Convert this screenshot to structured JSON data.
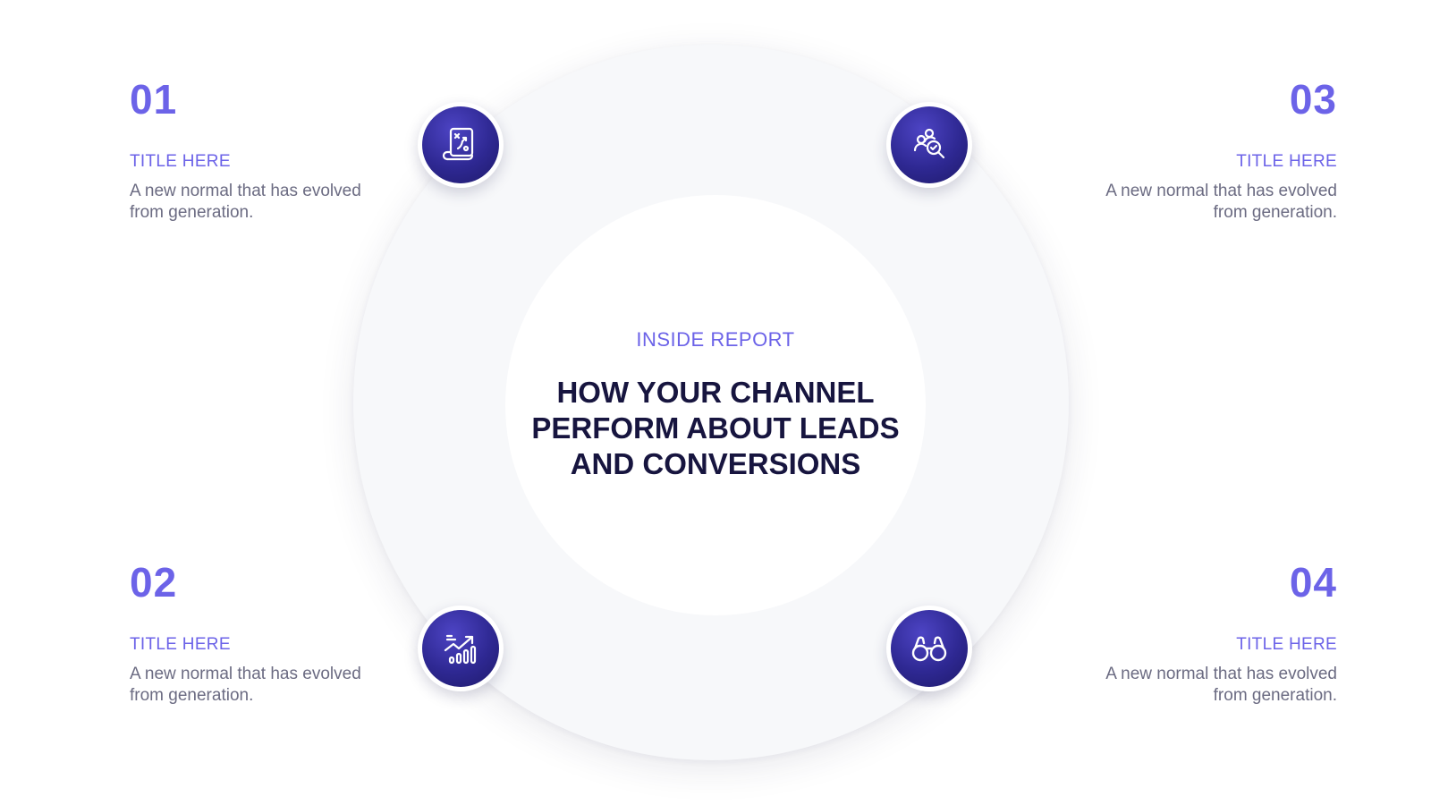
{
  "center": {
    "eyebrow": "INSIDE REPORT",
    "headline": "HOW YOUR CHANNEL PERFORM ABOUT LEADS AND CONVERSIONS"
  },
  "items": [
    {
      "number": "01",
      "title": "TITLE HERE",
      "description": "A new normal that has evolved from generation.",
      "icon": "strategy-map-icon"
    },
    {
      "number": "02",
      "title": "TITLE HERE",
      "description": "A new normal that has evolved from generation.",
      "icon": "growth-chart-icon"
    },
    {
      "number": "03",
      "title": "TITLE HERE",
      "description": "A new normal that has evolved from generation.",
      "icon": "audience-search-icon"
    },
    {
      "number": "04",
      "title": "TITLE HERE",
      "description": "A new normal that has evolved from generation.",
      "icon": "binoculars-icon"
    }
  ],
  "colors": {
    "accent": "#6c63e8",
    "headline": "#17153f",
    "body_text": "#6b6b82",
    "icon_disc": "#2e2892",
    "ring": "#f7f8fa"
  }
}
